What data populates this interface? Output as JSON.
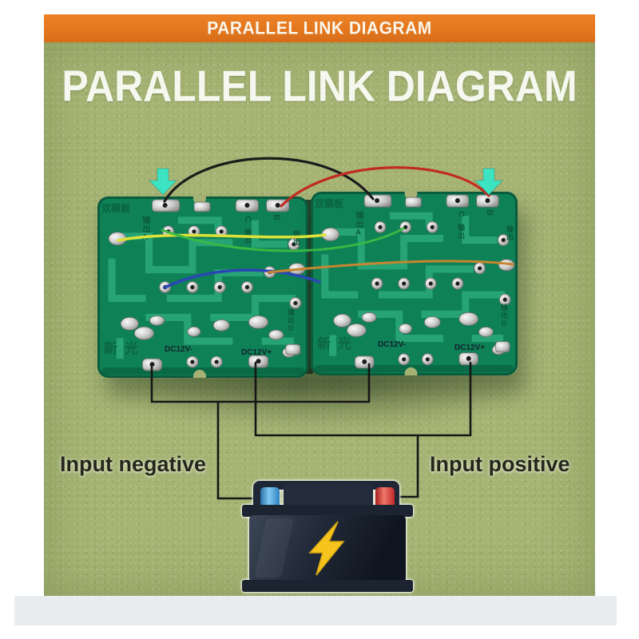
{
  "banner": {
    "title": "PARALLEL LINK DIAGRAM"
  },
  "heading": {
    "title": "PARALLEL LINK DIAGRAM"
  },
  "diagram": {
    "arrow_color": "#3ce4c4",
    "labels": {
      "input_negative": "Input negative",
      "input_positive": "Input positive"
    },
    "boards": [
      {
        "silk_name": "双模板",
        "out_a": "输出A",
        "pin_c": "C",
        "pin_b": "B",
        "out_mid": "输出",
        "out_right": "输出",
        "out_d": "输出D",
        "brand": "新光",
        "dc_neg": "DC12V-",
        "dc_pos": "DC12V+"
      },
      {
        "silk_name": "双模板",
        "out_a": "输出A",
        "pin_c": "C",
        "pin_b": "B",
        "out_mid": "输出",
        "out_right": "输出",
        "out_d": "输出D",
        "brand": "新光",
        "dc_neg": "DC12V-",
        "dc_pos": "DC12V+"
      }
    ],
    "wires": [
      {
        "name": "black-jumper",
        "color": "#1b1b1b"
      },
      {
        "name": "red-jumper",
        "color": "#c12a20"
      },
      {
        "name": "yellow-jumper",
        "color": "#dde23a"
      },
      {
        "name": "green-jumper",
        "color": "#38b944"
      },
      {
        "name": "blue-jumper",
        "color": "#2a46b4"
      },
      {
        "name": "orange-jumper",
        "color": "#c6862f"
      },
      {
        "name": "battery-wiring",
        "color": "#161616"
      }
    ]
  },
  "colors": {
    "banner_orange": "#e2761e",
    "background_green": "#a5b373",
    "pcb_green": "#0f8156",
    "pcb_trace": "#2aa879",
    "battery_body": "#1c2432",
    "negative_terminal_blue": "#2f7fc0",
    "positive_terminal_red": "#c02828",
    "bolt_yellow": "#f5c51d"
  }
}
